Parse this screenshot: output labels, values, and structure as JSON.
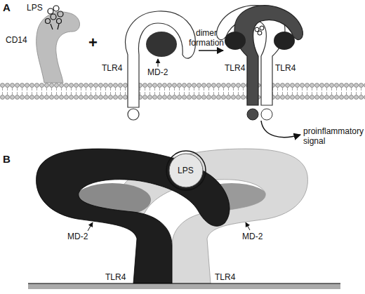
{
  "diagram": {
    "labels": [
      "A",
      "LPS",
      "CD14",
      "+",
      "TLR4",
      "dimer formation",
      "MD-2",
      "TLR4",
      "TLR4",
      "proinflammatory signal",
      "B",
      "LPS",
      "MD-2",
      "MD-2",
      "TLR4",
      "TLR4"
    ]
  }
}
